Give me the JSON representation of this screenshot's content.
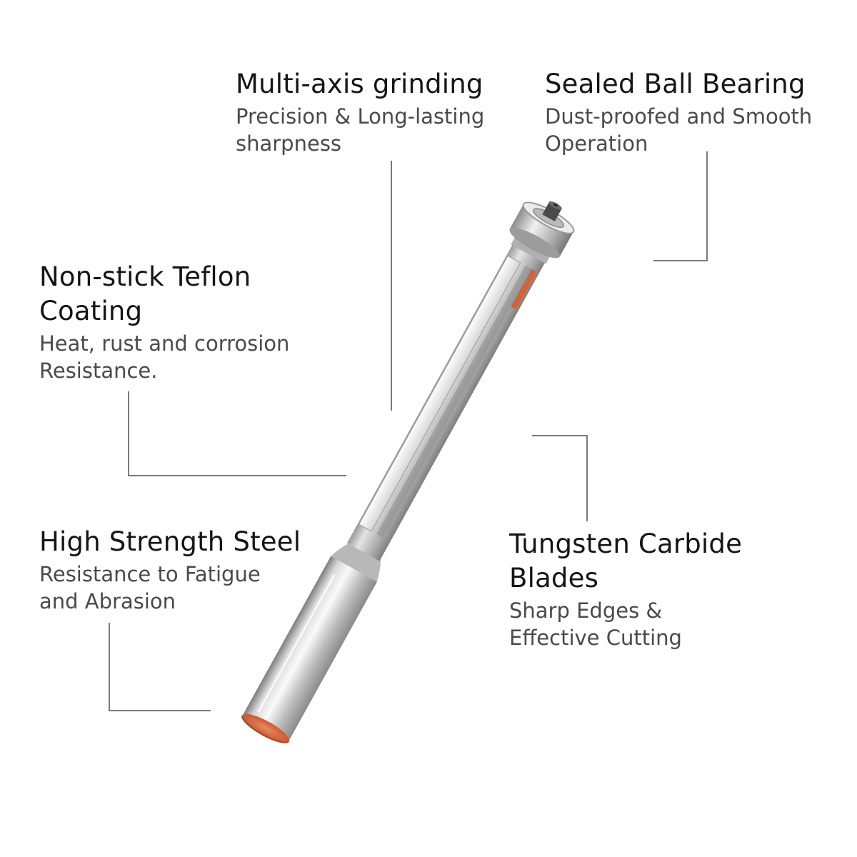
{
  "callouts": [
    {
      "id": "grinding",
      "title": "Multi-axis grinding",
      "desc_lines": [
        "Precision & Long-lasting",
        "sharpness"
      ]
    },
    {
      "id": "bearing",
      "title": "Sealed Ball Bearing",
      "desc_lines": [
        "Dust-proofed and Smooth",
        "Operation"
      ]
    },
    {
      "id": "teflon",
      "title_lines": [
        "Non-stick Teflon",
        "Coating"
      ],
      "desc_lines": [
        "Heat, rust and corrosion",
        "Resistance."
      ]
    },
    {
      "id": "steel",
      "title": "High Strength Steel",
      "desc_lines": [
        "Resistance to Fatigue",
        "and Abrasion"
      ]
    },
    {
      "id": "carbide",
      "title_lines": [
        "Tungsten Carbide",
        "Blades"
      ],
      "desc_lines": [
        "Sharp Edges &",
        "Effective Cutting"
      ]
    }
  ],
  "colors": {
    "background": "#ffffff",
    "steel_light": "#f2f2f2",
    "steel_mid": "#c8c8c8",
    "steel_dark": "#8f8f8f",
    "copper_accent": "#d2623c",
    "leader_line": "#7a7a7a"
  },
  "icons": {
    "product": "flush-trim-router-bit-image"
  }
}
